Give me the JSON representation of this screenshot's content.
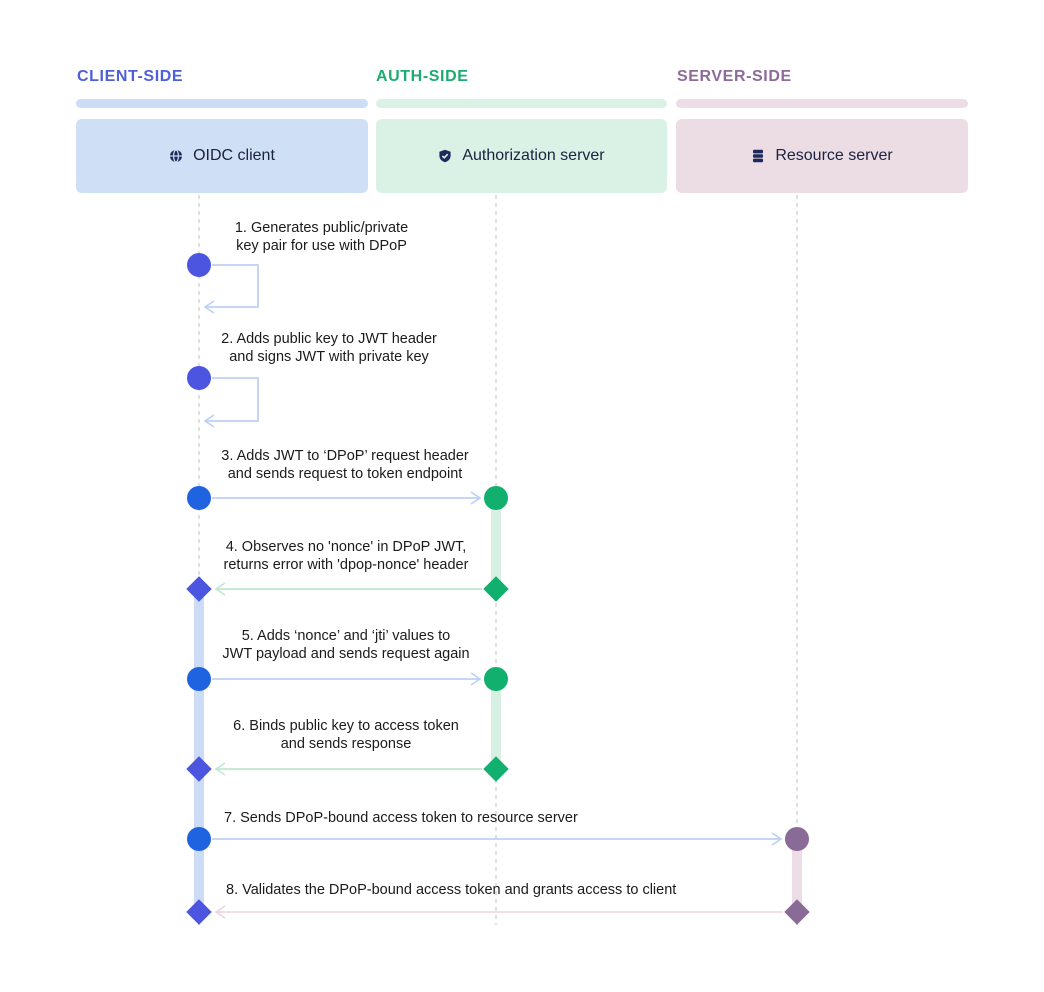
{
  "columns": [
    {
      "id": "client",
      "header": "CLIENT-SIDE",
      "actor": "OIDC client",
      "icon": "globe-icon",
      "color": "#4f5fd8",
      "bar": "#cdddf5",
      "box": "#cfdff6"
    },
    {
      "id": "auth",
      "header": "AUTH-SIDE",
      "actor": "Authorization server",
      "icon": "shield-check-icon",
      "color": "#1eab71",
      "bar": "#dcf1e6",
      "box": "#daf1e5"
    },
    {
      "id": "server",
      "header": "SERVER-SIDE",
      "actor": "Resource server",
      "icon": "server-icon",
      "color": "#8c6b9a",
      "bar": "#eddde6",
      "box": "#ecdde5"
    }
  ],
  "steps": [
    {
      "lines": [
        "1. Generates public/private",
        "key pair for use with DPoP"
      ]
    },
    {
      "lines": [
        "2. Adds public key to JWT header",
        "and signs JWT with private key"
      ]
    },
    {
      "lines": [
        "3. Adds JWT to ‘DPoP’ request header",
        "and sends request to token endpoint"
      ]
    },
    {
      "lines": [
        "4. Observes no 'nonce' in DPoP JWT,",
        "returns error with 'dpop-nonce' header"
      ]
    },
    {
      "lines": [
        "5. Adds ‘nonce’ and ‘jti’ values to",
        "JWT payload and sends request again"
      ]
    },
    {
      "lines": [
        "6. Binds public key to access token",
        "and sends response"
      ]
    },
    {
      "lines": [
        "7. Sends DPoP-bound access token to resource server"
      ]
    },
    {
      "lines": [
        "8. Validates the DPoP-bound access token and grants access to client"
      ]
    }
  ],
  "colors": {
    "client_node": "#4b55e0",
    "client_node_alt": "#1f63e0",
    "auth_node": "#12b06f",
    "server_node": "#8a6b98",
    "arrow_client": "#cfdcf7",
    "arrow_auth": "#d7eee2",
    "arrow_server": "#f0dfe8",
    "lifeline": "#e0e0e0"
  }
}
